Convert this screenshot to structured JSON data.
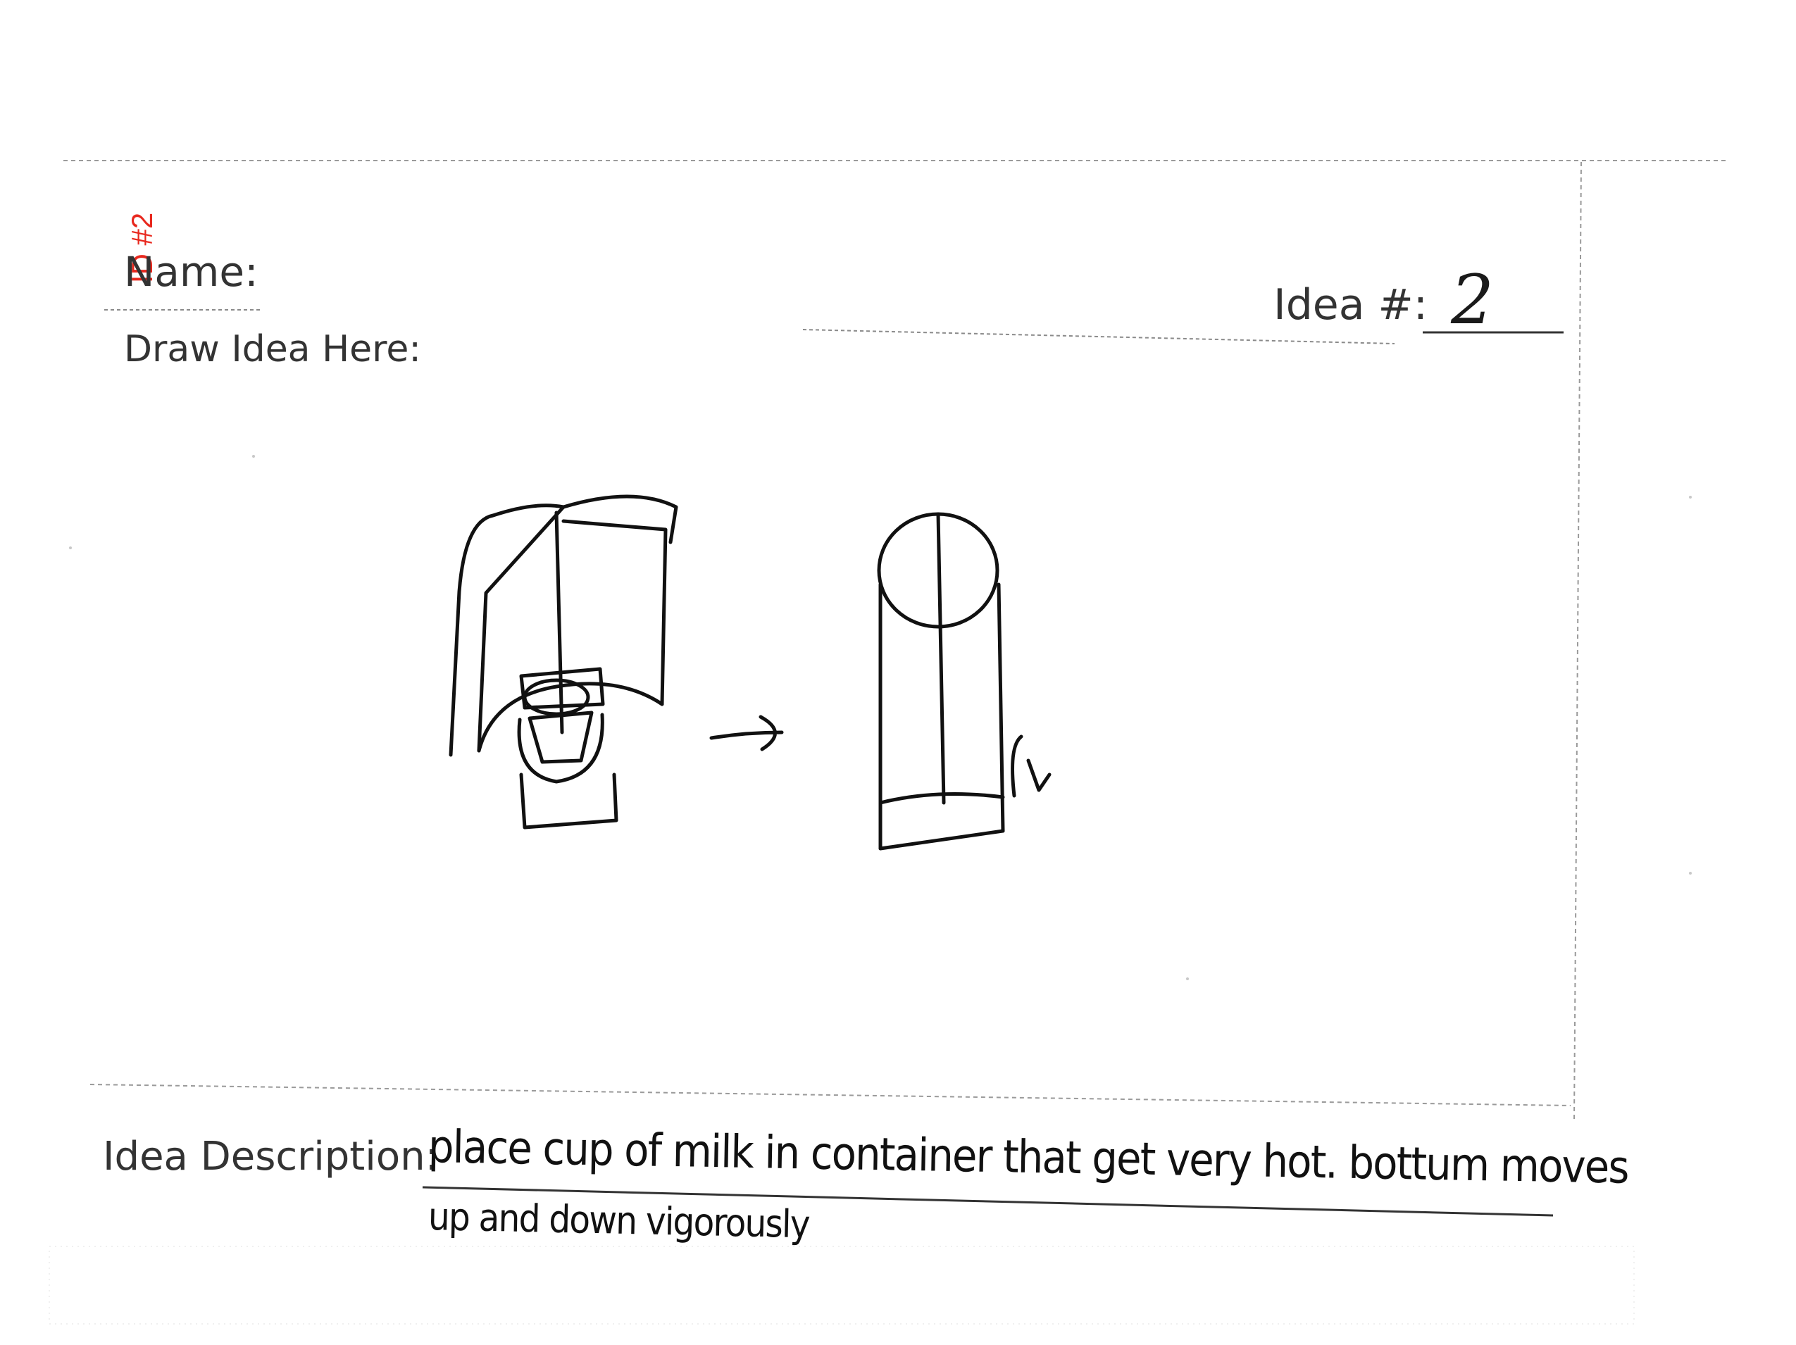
{
  "stamp": {
    "text": "ID #2",
    "color": "#e8281e"
  },
  "form": {
    "name_label": "Name:",
    "draw_label": "Draw Idea Here:",
    "idea_number_label": "Idea #:",
    "idea_number_value": "2",
    "description_label": "Idea Description:",
    "description_line_1": "place cup of milk in container that get very hot. bottum moves",
    "description_line_2": "up and down vigorously"
  },
  "colors": {
    "ink": "#111111",
    "print": "#333333",
    "rule": "#888888"
  }
}
